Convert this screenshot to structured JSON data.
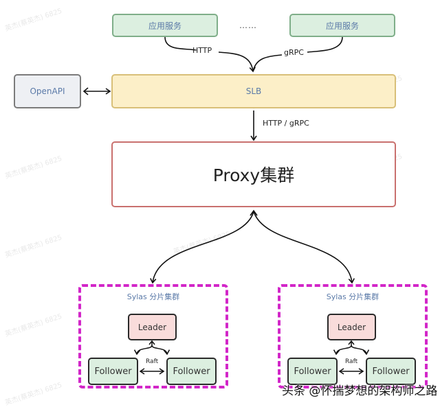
{
  "diagram": {
    "app_services": [
      {
        "label": "应用服务"
      },
      {
        "label": "应用服务"
      }
    ],
    "ellipsis": "……",
    "edge_labels": {
      "http": "HTTP",
      "grpc": "gRPC",
      "slb_to_proxy": "HTTP / gRPC",
      "raft": "Raft"
    },
    "openapi": {
      "label": "OpenAPI"
    },
    "slb": {
      "label": "SLB"
    },
    "proxy": {
      "label": "Proxy集群"
    },
    "clusters": [
      {
        "title": "Sylas 分片集群",
        "leader": "Leader",
        "followers": [
          "Follower",
          "Follower"
        ]
      },
      {
        "title": "Sylas 分片集群",
        "leader": "Leader",
        "followers": [
          "Follower",
          "Follower"
        ]
      }
    ],
    "watermark": "英杰(蔡英杰) 6825",
    "footer": "头条 @怀揣梦想的架构师之路"
  },
  "colors": {
    "app_fill": "#dcefe0",
    "slb_fill": "#fcefc8",
    "proxy_border": "#c9706e",
    "leader_fill": "#f9dcdb",
    "cluster_border": "#d226c8",
    "text_blue": "#5b7aa8"
  }
}
